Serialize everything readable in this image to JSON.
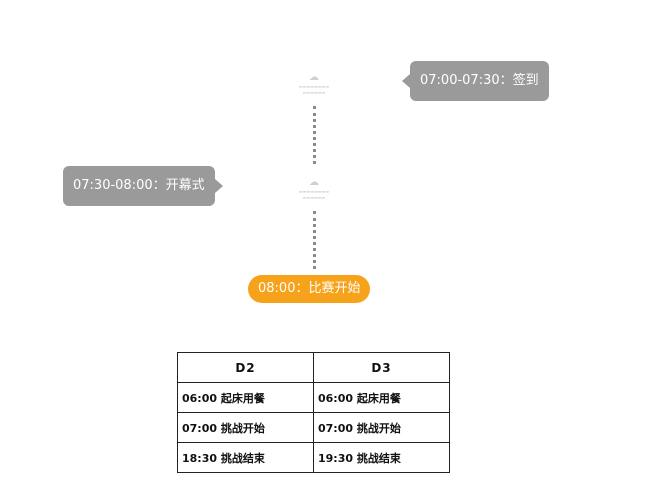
{
  "timeline": {
    "bubble_checkin": "07:00-07:30：签到",
    "bubble_opening": "07:30-08:00：开幕式",
    "pill_start": "08:00：比赛开始"
  },
  "schedule": {
    "headers": [
      "D2",
      "D3"
    ],
    "rows": [
      [
        "06:00 起床用餐",
        "06:00 起床用餐"
      ],
      [
        "07:00 挑战开始",
        "07:00 挑战开始"
      ],
      [
        "18:30 挑战结束",
        "19:30 挑战结束"
      ]
    ]
  },
  "colors": {
    "bubble": "#9a9a9a",
    "pill": "#f7a21b",
    "dots": "#8a8a8a"
  }
}
